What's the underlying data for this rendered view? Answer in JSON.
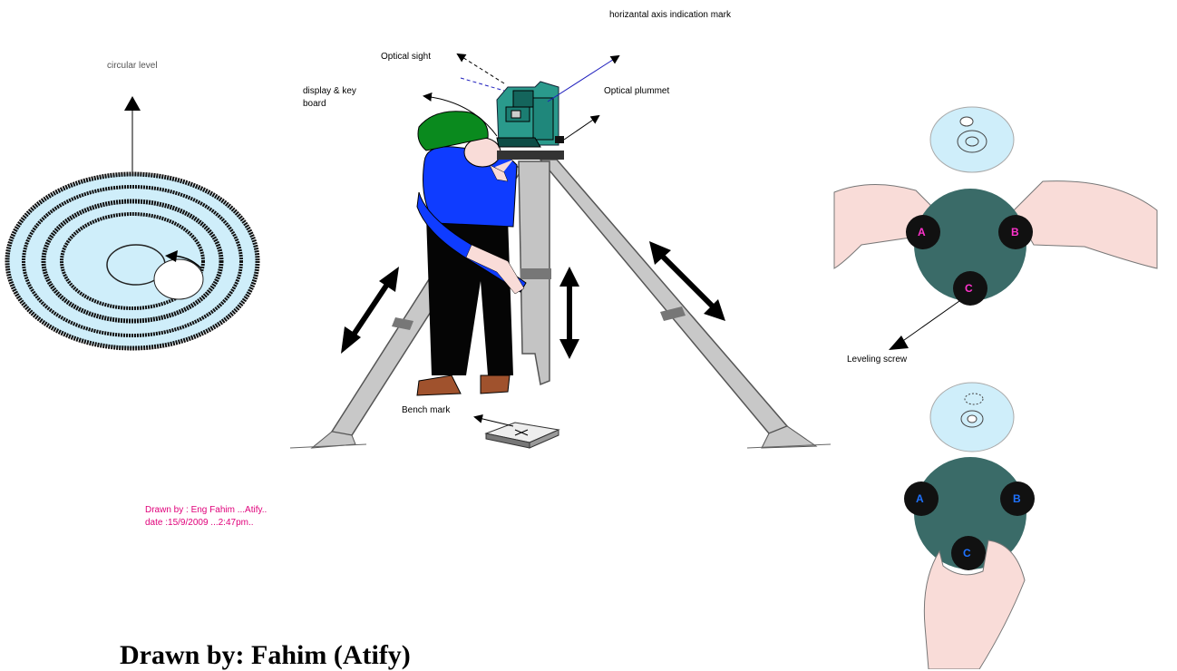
{
  "labels": {
    "circular_level": "circular level",
    "optical_sight": "Optical sight",
    "horizontal_axis": "horizantal axis indication mark",
    "display_keyboard": "display & key board",
    "optical_plummet": "Optical plummet",
    "bench_mark": "Bench mark",
    "leveling_screw": "Leveling screw"
  },
  "screws_top": {
    "a": "A",
    "b": "B",
    "c": "C"
  },
  "screws_bottom": {
    "a": "A",
    "b": "B",
    "c": "C"
  },
  "signature": {
    "line1": "Drawn by : Eng Fahim ...Atify..",
    "line2": "date :15/9/2009 ...2:47pm.."
  },
  "footer": {
    "text": "Drawn by: Fahim (Atify)"
  },
  "colors": {
    "level_blue": "#cfeefa",
    "base_teal": "#3a6b68",
    "shirt": "#0f3cff",
    "helmet": "#0a8a1e",
    "skin": "#f9dcd8",
    "screw_label_top": "#ff33cc",
    "screw_label_bottom": "#1e72ff"
  }
}
